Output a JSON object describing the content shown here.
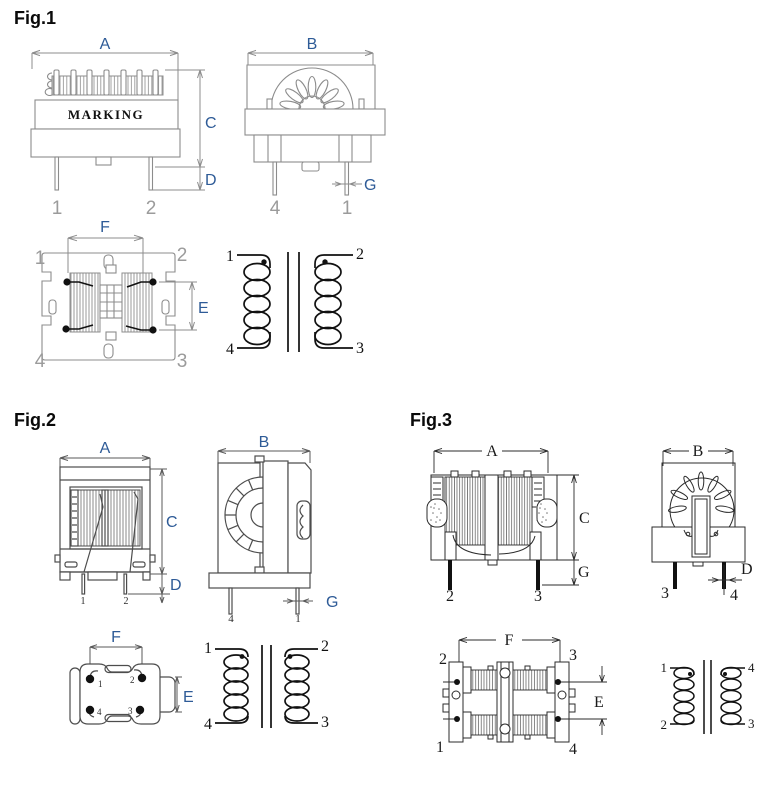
{
  "figures": {
    "fig1": {
      "title": "Fig.1",
      "front": {
        "dim_top": "A",
        "dim_right": "C",
        "dim_pin": "D",
        "marking": "MARKING",
        "pin_left": "1",
        "pin_right": "2"
      },
      "side": {
        "dim_top": "B",
        "dim_pin": "G",
        "pin_left": "4",
        "pin_right": "1"
      },
      "bottom": {
        "dim_top": "F",
        "dim_right": "E",
        "corner_tl": "1",
        "corner_tr": "2",
        "corner_bl": "4",
        "corner_br": "3"
      },
      "schematic": {
        "term_tl": "1",
        "term_tr": "2",
        "term_bl": "4",
        "term_br": "3"
      }
    },
    "fig2": {
      "title": "Fig.2",
      "front": {
        "dim_top": "A",
        "dim_right": "C",
        "dim_pin": "D",
        "pin_left": "1",
        "pin_right": "2"
      },
      "side": {
        "dim_top": "B",
        "dim_pin": "G",
        "pin_left": "4",
        "pin_right": "1"
      },
      "bottom": {
        "dim_top": "F",
        "dim_right": "E",
        "pin_tl": "1",
        "pin_tr": "2",
        "pin_bl": "4",
        "pin_br": "3"
      },
      "schematic": {
        "term_tl": "1",
        "term_tr": "2",
        "term_bl": "4",
        "term_br": "3"
      }
    },
    "fig3": {
      "title": "Fig.3",
      "front": {
        "dim_top": "A",
        "dim_right": "C",
        "dim_pin": "G",
        "pin_left": "2",
        "pin_right": "3"
      },
      "side": {
        "dim_top": "B",
        "dim_pin": "D",
        "pin_left": "3",
        "pin_right": "4"
      },
      "bottom": {
        "dim_top": "F",
        "dim_right": "E",
        "corner_tl": "2",
        "corner_tr": "3",
        "corner_bl": "1",
        "corner_br": "4"
      },
      "schematic": {
        "term_tl": "1",
        "term_tr": "4",
        "term_bl": "2",
        "term_br": "3"
      }
    }
  },
  "colors": {
    "dim_label_blue": "#2e5b97",
    "fig3_label_black": "#1a1a1a",
    "fig1_line_gray": "#8c8c8c",
    "fig2_line_dark": "#4d4d4d",
    "schematic_black": "#111111",
    "pin_number_gray": "#9b9b9b"
  }
}
